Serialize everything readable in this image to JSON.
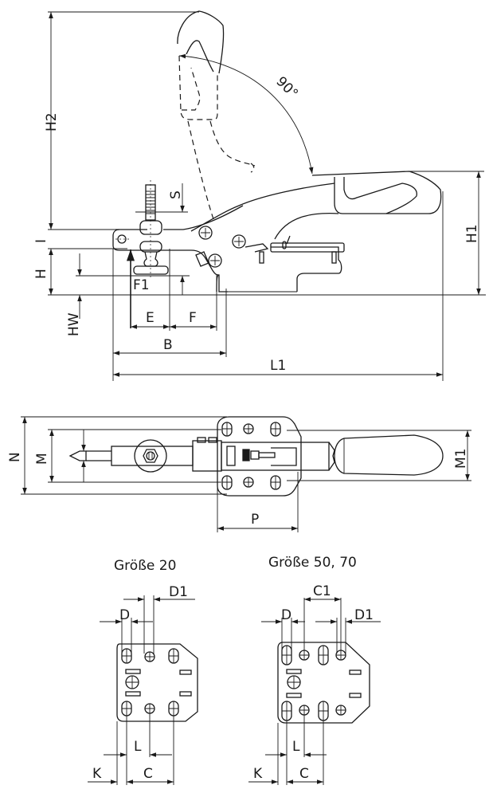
{
  "drawing": {
    "subject": "Horizontal toggle clamp technical drawing",
    "side_view": {
      "angle_label": "90°",
      "dimensions": {
        "H2": "H2",
        "H1": "H1",
        "S": "S",
        "I": "I",
        "H": "H",
        "F1": "F1",
        "HW": "HW",
        "E": "E",
        "F": "F",
        "B": "B",
        "L1": "L1"
      }
    },
    "top_view": {
      "dimensions": {
        "N": "N",
        "M": "M",
        "M1": "M1",
        "P": "P"
      }
    },
    "base_plates": [
      {
        "title": "Größe 20",
        "dimensions": {
          "D": "D",
          "D1": "D1",
          "L": "L",
          "K": "K",
          "C": "C"
        }
      },
      {
        "title": "Größe 50, 70",
        "dimensions": {
          "C1": "C1",
          "D": "D",
          "D1": "D1",
          "L": "L",
          "K": "K",
          "C": "C"
        }
      }
    ]
  }
}
